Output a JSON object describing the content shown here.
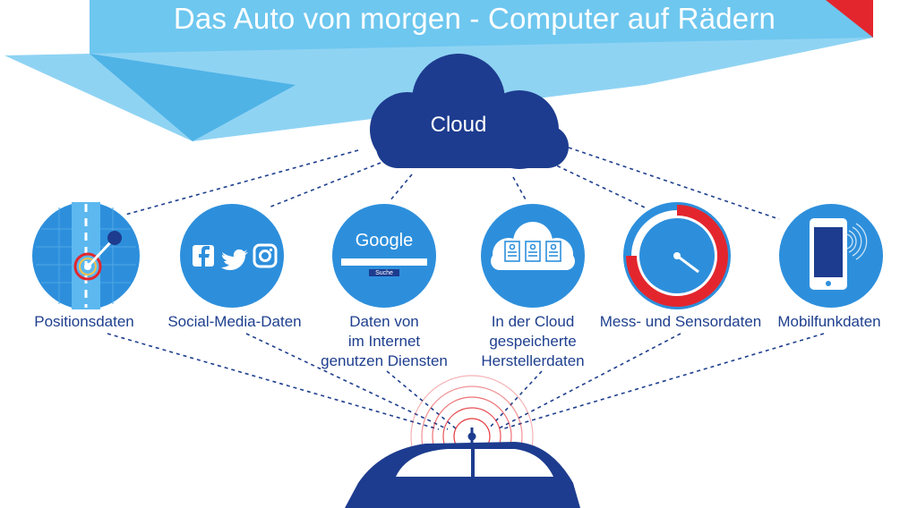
{
  "title": "Das Auto von morgen - Computer auf Rädern",
  "cloud_label": "Cloud",
  "google": {
    "logo_text": "Google",
    "search_button": "Suche"
  },
  "nodes": [
    {
      "lines": [
        "Positionsdaten"
      ]
    },
    {
      "lines": [
        "Social-Media-Daten"
      ]
    },
    {
      "lines": [
        "Daten von",
        "im Internet",
        "genutzen Diensten"
      ]
    },
    {
      "lines": [
        "In der Cloud",
        "gespeicherte",
        "Herstellerdaten"
      ]
    },
    {
      "lines": [
        "Mess- und Sensordaten"
      ]
    },
    {
      "lines": [
        "Mobilfunkdaten"
      ]
    }
  ],
  "icons": [
    "map-position-icon",
    "social-media-icon",
    "google-search-icon",
    "cloud-storage-icon",
    "gauge-icon",
    "smartphone-icon"
  ],
  "colors": {
    "banner_light": "#6ec7ef",
    "banner_mid": "#4fb3e6",
    "cloud_blue": "#1d3c8f",
    "circle_blue": "#2d8fdc",
    "accent_red": "#e3262d",
    "label_blue": "#1e3f8e"
  }
}
